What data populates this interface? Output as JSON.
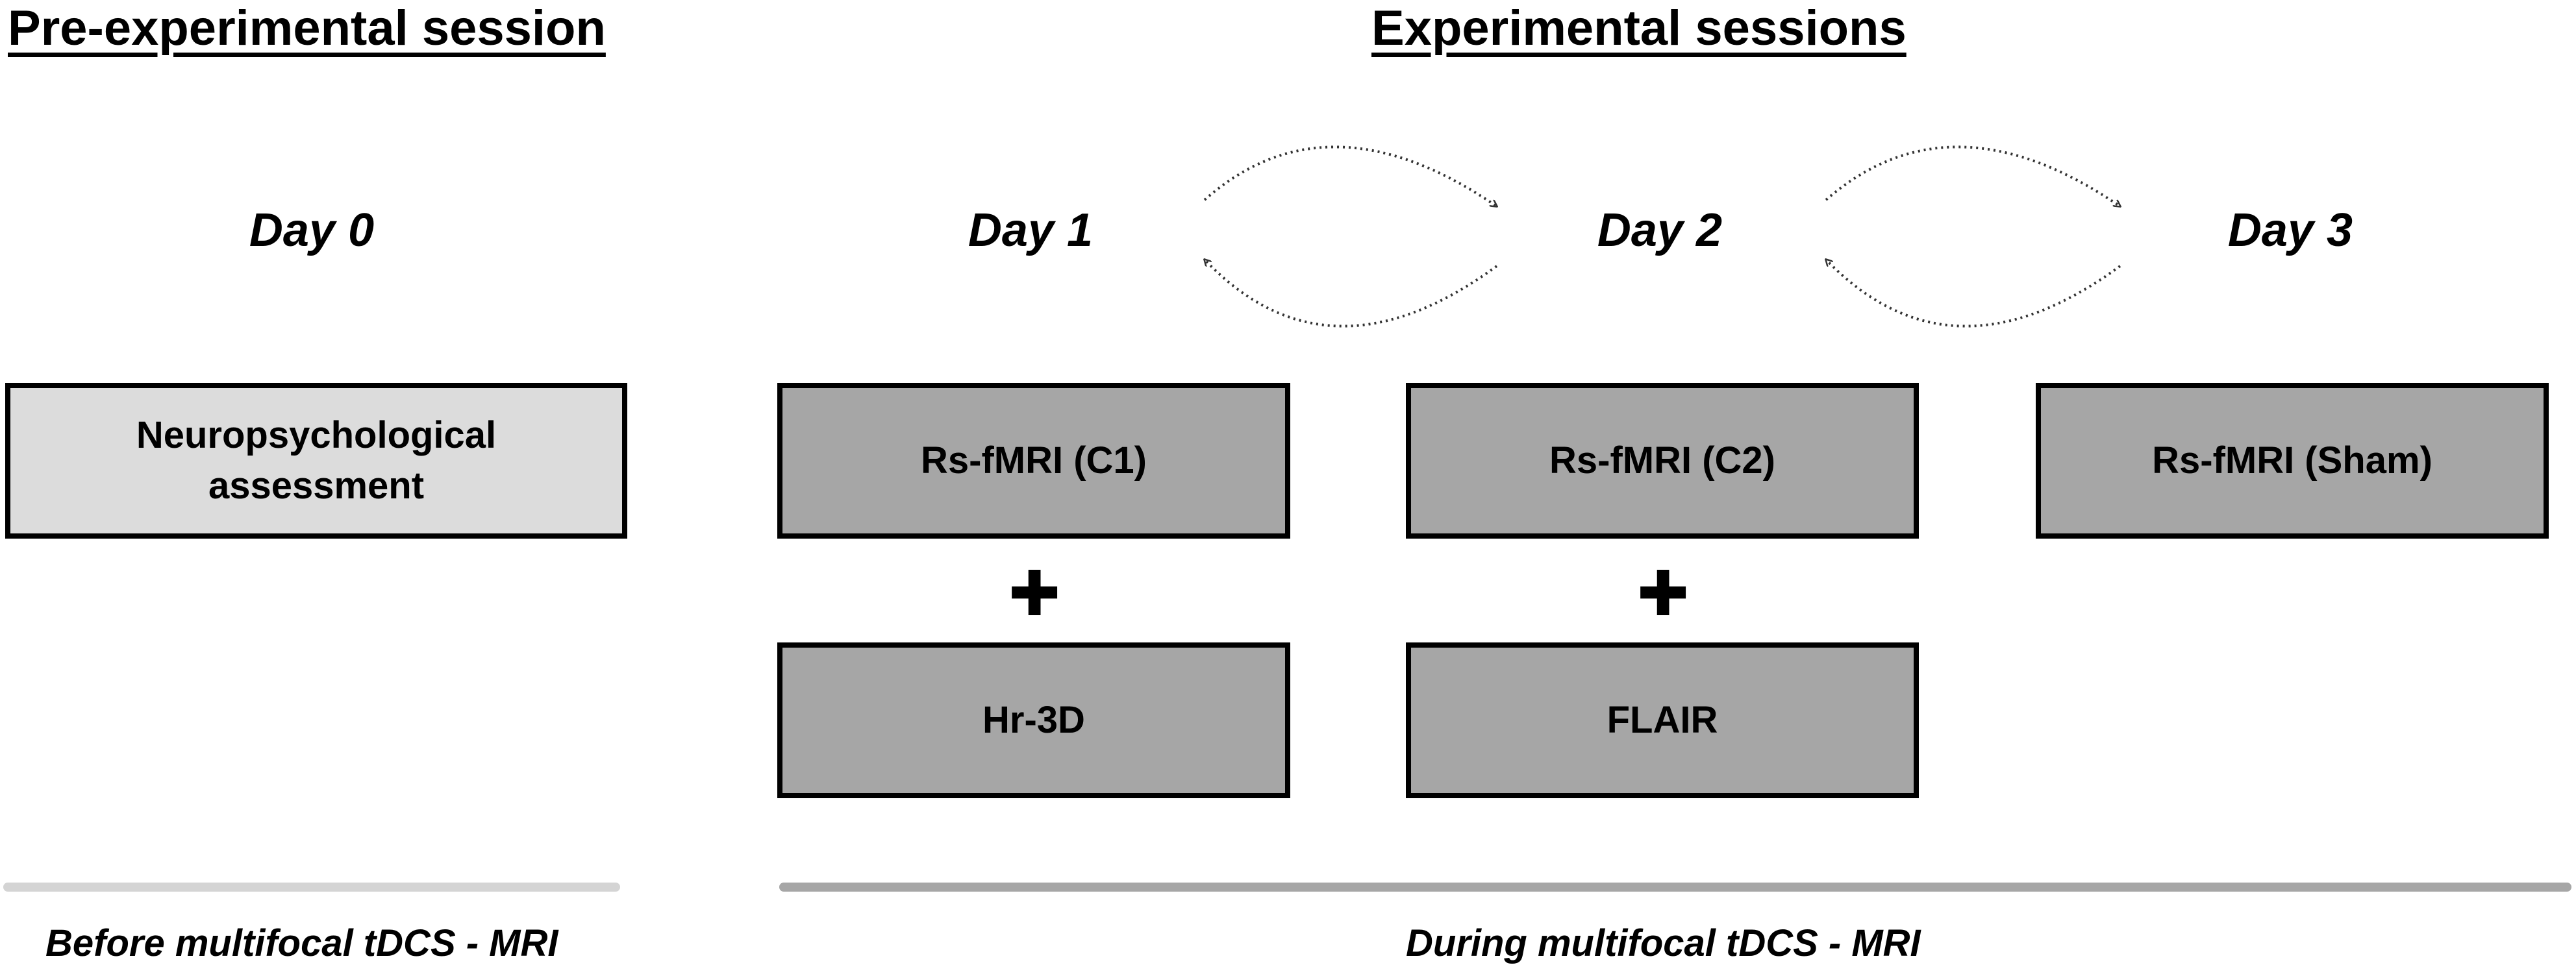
{
  "headings": {
    "pre": "Pre-experimental session",
    "experimental": "Experimental sessions"
  },
  "days": [
    "Day 0",
    "Day 1",
    "Day 2",
    "Day 3"
  ],
  "boxes": {
    "neuro": "Neuropsychological assessment",
    "c1": "Rs-fMRI (C1)",
    "c2": "Rs-fMRI (C2)",
    "sham": "Rs-fMRI (Sham)",
    "hr3d": "Hr-3D",
    "flair": "FLAIR"
  },
  "plus_symbol": "✚",
  "footers": {
    "before": "Before multifocal tDCS - MRI",
    "during": "During multifocal tDCS - MRI"
  },
  "colors": {
    "light_box": "#dcdcdc",
    "dark_box": "#a6a6a6",
    "bar_before": "#d4d4d4",
    "bar_during": "#a6a6a6"
  }
}
